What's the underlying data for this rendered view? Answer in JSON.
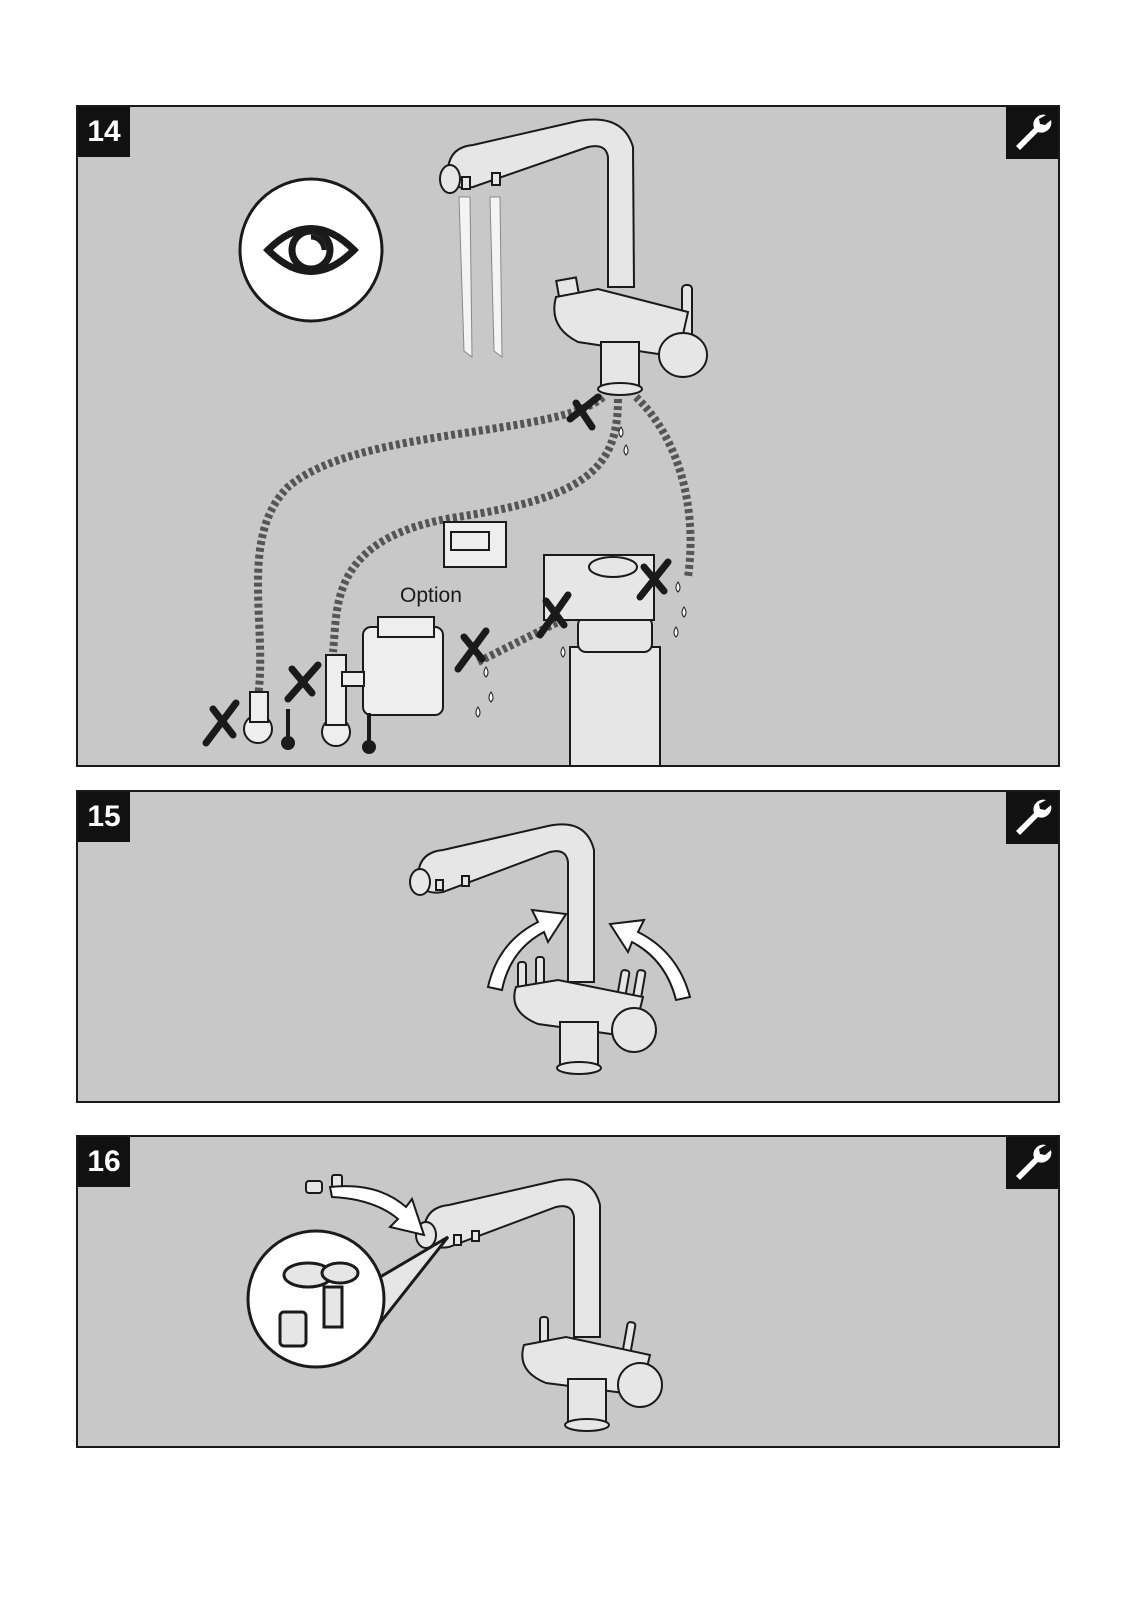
{
  "steps": [
    {
      "number": "14",
      "option_label": "Option",
      "icons": [
        "eye-icon",
        "wrench-icon"
      ]
    },
    {
      "number": "15",
      "icons": [
        "wrench-icon"
      ]
    },
    {
      "number": "16",
      "icons": [
        "wrench-icon"
      ]
    }
  ],
  "colors": {
    "panel_bg": "#c8c8c8",
    "badge_bg": "#111111",
    "line": "#1a1a1a",
    "faucet": "#e6e6e6"
  }
}
